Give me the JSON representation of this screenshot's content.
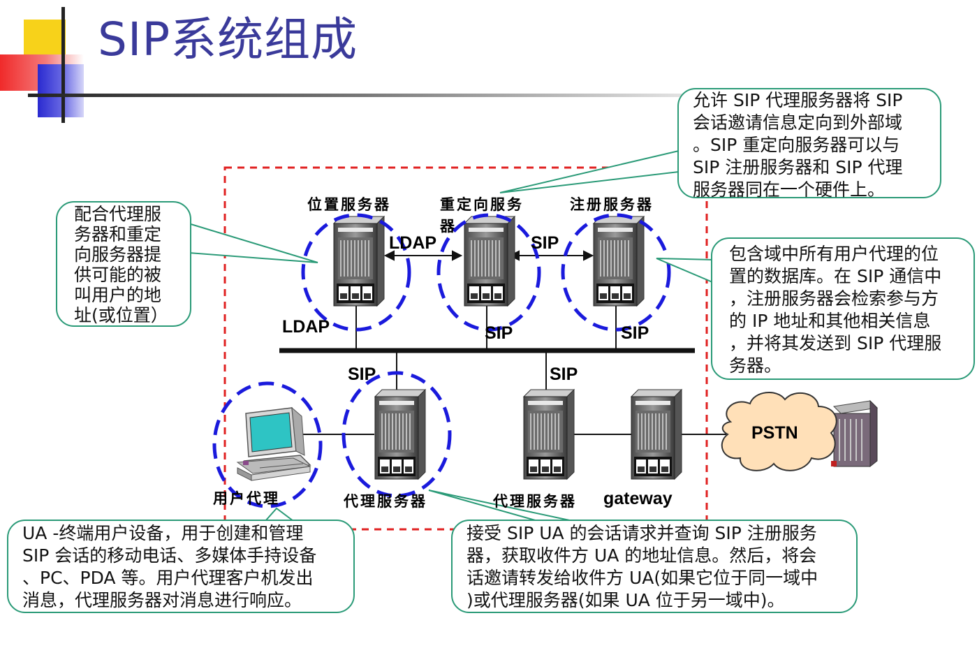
{
  "title": "SIP系统组成",
  "nodes": {
    "location_server": "位置服务器",
    "redirect_server": "重定向服务",
    "redirect_server_wrap": "器",
    "registrar_server": "注册服务器",
    "user_agent": "用户代理",
    "proxy_server_1": "代理服务器",
    "proxy_server_2": "代理服务器",
    "gateway": "gateway",
    "pstn": "PSTN"
  },
  "protocols": {
    "ldap_link": "LDAP",
    "sip_link": "SIP",
    "ldap_location": "LDAP",
    "sip_redirect": "SIP",
    "sip_registrar": "SIP",
    "sip_proxy_1": "SIP",
    "sip_proxy_2": "SIP"
  },
  "callouts": {
    "redirect": [
      "允许 SIP 代理服务器将 SIP",
      "会话邀请信息定向到外部域",
      "。SIP 重定向服务器可以与",
      "SIP 注册服务器和 SIP 代理",
      "服务器同在一个硬件上。"
    ],
    "location": [
      "配合代理服",
      "务器和重定",
      "向服务器提",
      "供可能的被",
      "叫用户的地",
      "址(或位置）"
    ],
    "registrar": [
      "包含域中所有用户代理的位",
      "置的数据库。在 SIP 通信中",
      "，注册服务器会检索参与方",
      "的 IP 地址和其他相关信息",
      "，并将其发送到 SIP 代理服",
      "务器。"
    ],
    "ua": [
      "UA -终端用户设备，用于创建和管理",
      "SIP 会话的移动电话、多媒体手持设备",
      "、PC、PDA 等。用户代理客户机发出",
      "消息，代理服务器对消息进行响应。"
    ],
    "proxy": [
      "接受 SIP UA 的会话请求并查询 SIP 注册服务",
      "器，获取收件方 UA 的地址信息。然后，将会",
      "话邀请转发给收件方 UA(如果它位于同一域中",
      ")或代理服务器(如果 UA 位于另一域中)。"
    ]
  },
  "colors": {
    "title": "#3a3a9a",
    "callout_border": "#2a9a77",
    "dashed_circle": "#1a1adc",
    "boundary": "#e02020"
  }
}
